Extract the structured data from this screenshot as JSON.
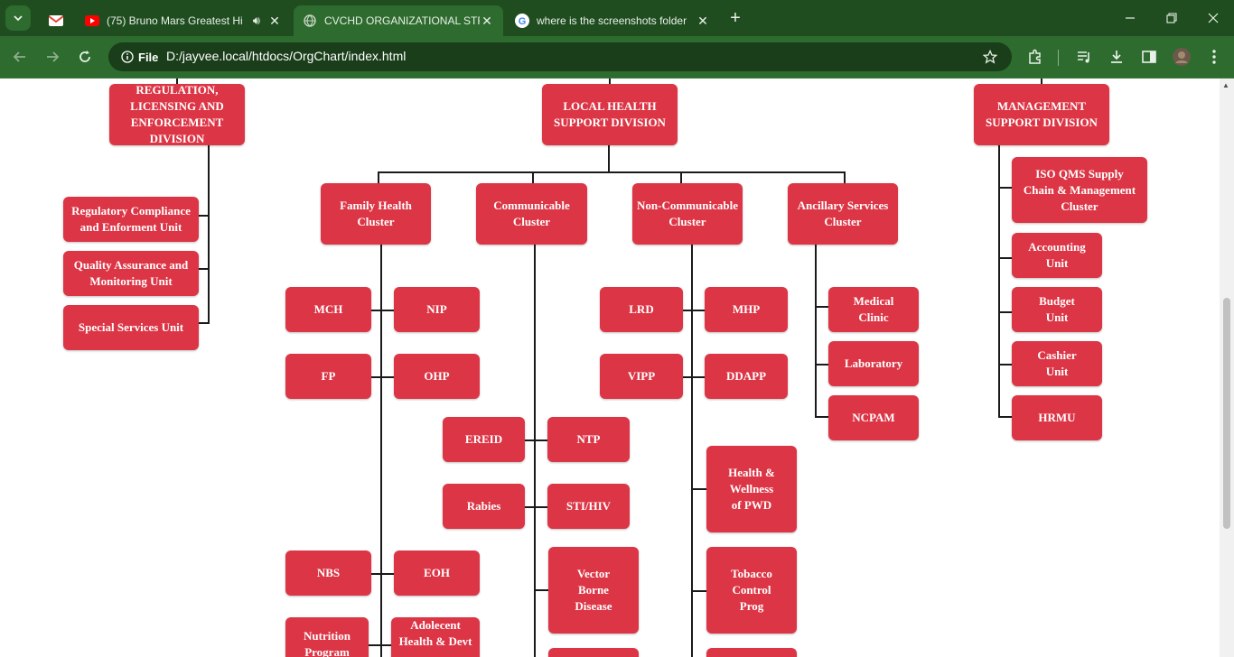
{
  "browser": {
    "tabs": [
      {
        "label": "",
        "icon": "gmail-icon"
      },
      {
        "label": "(75) Bruno Mars Greatest Hi",
        "icon": "youtube-icon",
        "audio": true
      },
      {
        "label": "CVCHD ORGANIZATIONAL STRU",
        "icon": "globe-icon",
        "active": true
      },
      {
        "label": "where is the screenshots folder",
        "icon": "google-icon"
      }
    ],
    "new_tab": "+",
    "address": {
      "chip": "File",
      "url": "D:/jayvee.local/htdocs/OrgChart/index.html"
    }
  },
  "chart": {
    "divisions": {
      "regulation": "REGULATION, LICENSING AND ENFORCEMENT DIVISION",
      "local_health": "LOCAL HEALTH SUPPORT DIVISION",
      "management": "MANAGEMENT SUPPORT DIVISION"
    },
    "regulation_units": [
      "Regulatory Compliance and Enforment Unit",
      "Quality Assurance and Monitoring Unit",
      "Special Services Unit"
    ],
    "clusters": {
      "family": "Family Health Cluster",
      "communicable": "Communicable Cluster",
      "noncommunicable": "Non-Communicable Cluster",
      "ancillary": "Ancillary Services Cluster"
    },
    "family_units": {
      "mch": "MCH",
      "nip": "NIP",
      "fp": "FP",
      "ohp": "OHP",
      "nbs": "NBS",
      "eoh": "EOH",
      "nutrition": "Nutrition Program",
      "adolescent": "Adolecent Health & Devt"
    },
    "communicable_units": {
      "ereid": "EREID",
      "ntp": "NTP",
      "rabies": "Rabies",
      "stihiv": "STI/HIV",
      "vector": "Vector Borne Disease"
    },
    "noncommunicable_units": {
      "lrd": "LRD",
      "mhp": "MHP",
      "vipp": "VIPP",
      "ddapp": "DDAPP",
      "pwd": "Health & Wellness of PWD",
      "tobacco": "Tobacco Control Prog"
    },
    "ancillary_units": [
      "Medical Clinic",
      "Laboratory",
      "NCPAM"
    ],
    "management_units": [
      "ISO QMS Supply Chain & Management Cluster",
      "Accounting Unit",
      "Budget Unit",
      "Cashier Unit",
      "HRMU"
    ]
  },
  "colors": {
    "box": "#dc3545",
    "chrome_dark": "#1f4d1f",
    "chrome": "#2e6b2e"
  }
}
